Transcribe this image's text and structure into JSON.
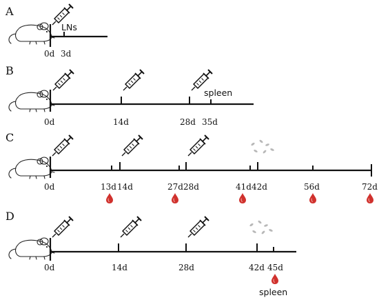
{
  "colors": {
    "line": "#111111",
    "blood_drop": "#d0312d",
    "pill": "#b8b8b8"
  },
  "icons": {
    "animal": "mouse-icon",
    "injection": "syringe-icon",
    "bleed": "blood-drop-icon",
    "oral_dose": "pill-particles-icon"
  },
  "panels": [
    {
      "letter": "A",
      "ticks": [
        {
          "label": "0d",
          "injection": true
        },
        {
          "label": "3d",
          "note": "LNs"
        }
      ]
    },
    {
      "letter": "B",
      "ticks": [
        {
          "label": "0d",
          "injection": true
        },
        {
          "label": "14d",
          "injection": true
        },
        {
          "label": "28d",
          "injection": true
        },
        {
          "label": "35d",
          "note": "spleen"
        }
      ]
    },
    {
      "letter": "C",
      "ticks": [
        {
          "label": "0d",
          "injection": true
        },
        {
          "label": "13d",
          "bleed": true
        },
        {
          "label": "14d",
          "injection": true
        },
        {
          "label": "27d",
          "bleed": true
        },
        {
          "label": "28d",
          "injection": true
        },
        {
          "label": "41d",
          "bleed": true
        },
        {
          "label": "42d",
          "oral_dose": true
        },
        {
          "label": "56d",
          "bleed": true
        },
        {
          "label": "72d",
          "bleed": true
        }
      ]
    },
    {
      "letter": "D",
      "ticks": [
        {
          "label": "0d",
          "injection": true
        },
        {
          "label": "14d",
          "injection": true
        },
        {
          "label": "28d",
          "injection": true
        },
        {
          "label": "42d",
          "oral_dose": true
        },
        {
          "label": "45d",
          "bleed": true,
          "note": "spleen"
        }
      ]
    }
  ]
}
